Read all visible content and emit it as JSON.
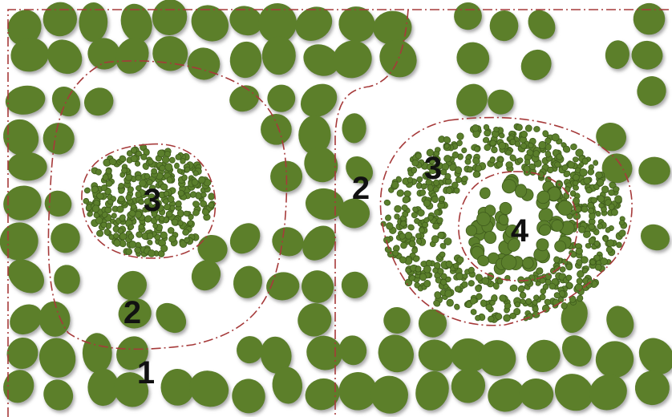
{
  "colors": {
    "blob": "#5b7f2c",
    "blob_stroke": "#3f5c1c",
    "blob_shadow": "#9c9c9c",
    "boundary": "#a63a3a",
    "text": "#111111"
  },
  "labels": {
    "z1": "1",
    "z2a": "2",
    "z2b": "2",
    "z3a": "3",
    "z3b": "3",
    "z4": "4"
  },
  "blob_types": {
    "large": "large-cluster",
    "small": "small-dot",
    "medium": "medium-dot"
  }
}
